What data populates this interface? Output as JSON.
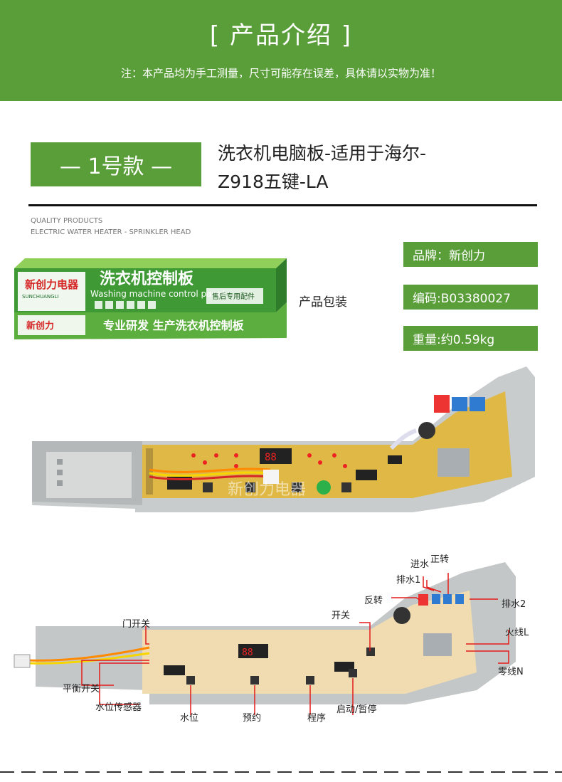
{
  "banner": {
    "title": "[ 产品介绍 ]",
    "note": "注：本产品均为手工测量，尺寸可能存在误差，具体请以实物为准！"
  },
  "model": {
    "badge": "— 1号款 —",
    "title_line1": "洗衣机电脑板-适用于海尔-",
    "title_line2": "Z918五键-LA"
  },
  "quality": {
    "line1": "QUALITY PRODUCTS",
    "line2": "ELECTRIC WATER HEATER - SPRINKLER HEAD"
  },
  "package": {
    "label": "产品包装",
    "box_title": "洗衣机控制板",
    "box_subtitle": "Washing machine control panel",
    "box_brand": "SUNCHUANGLI",
    "box_brand_cn": "新创力电器",
    "box_slogan": "专业研发 生产洗衣机控制板",
    "box_service": "售后专用配件"
  },
  "specs": [
    {
      "label": "品牌：新创力"
    },
    {
      "label": "编码:B03380027"
    },
    {
      "label": "重量:约0.59kg"
    }
  ],
  "watermark": "新创力电器",
  "callouts": {
    "jinshui": "进水",
    "zhengzhuan": "正转",
    "paishui1": "排水1",
    "fanzhuan": "反转",
    "paishui2": "排水2",
    "menkaiguan": "门开关",
    "kaiguan": "开关",
    "huoxian": "火线L",
    "lingxian": "零线N",
    "pingheng": "平衡开关",
    "shuiwei_sensor": "水位传感器",
    "shuiwei": "水位",
    "yuyue": "预约",
    "chengxu": "程序",
    "qidong": "启动/暂停"
  },
  "colors": {
    "brand_green": "#5a9e3a",
    "pcb_yellow": "#e0b846",
    "housing_gray": "#b9bcbc",
    "callout_red": "#e31b1b"
  }
}
